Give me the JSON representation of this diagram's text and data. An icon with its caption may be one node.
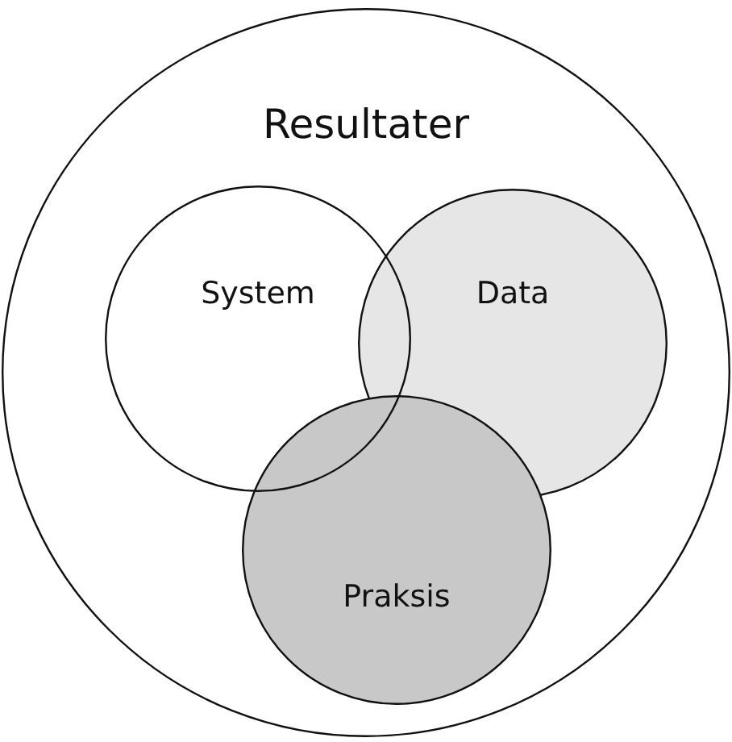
{
  "diagram": {
    "nodes": [
      {
        "text": [
          "Resultater"
        ]
      },
      {
        "text": [
          "System"
        ],
        "in": 0
      },
      {
        "text": [
          "Data"
        ],
        "in": 0
      },
      {
        "text": [
          "Praksis"
        ],
        "in": 0
      }
    ]
  }
}
